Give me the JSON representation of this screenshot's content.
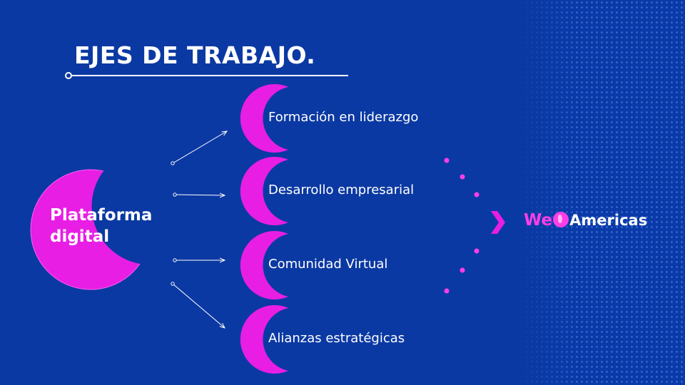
{
  "title": "EJES DE TRABAJO.",
  "main_node": {
    "label": "Plataforma digital"
  },
  "branches": [
    {
      "label": "Formación en liderazgo"
    },
    {
      "label": "Desarrollo empresarial"
    },
    {
      "label": "Comunidad Virtual"
    },
    {
      "label": "Alianzas estratégicas"
    }
  ],
  "logo": {
    "prefix": "We",
    "suffix": "Americas",
    "icon": "globe-icon"
  },
  "colors": {
    "background": "#0b39a3",
    "accent": "#e81ee4",
    "accent_light": "#ff3ee7",
    "text": "#ffffff"
  }
}
